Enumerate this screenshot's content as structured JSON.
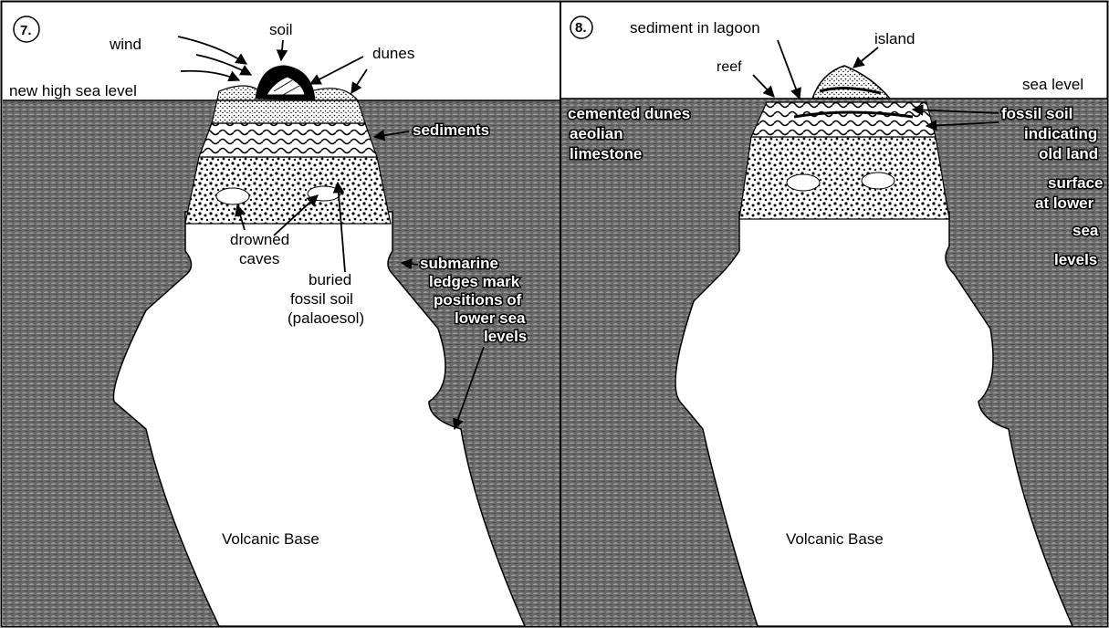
{
  "panel_left": {
    "number": "7.",
    "labels": {
      "soil": "soil",
      "wind": "wind",
      "dunes": "dunes",
      "sea_level": "new high sea level",
      "sediments": "sediments",
      "drowned_caves_1": "drowned",
      "drowned_caves_2": "caves",
      "buried_1": "buried",
      "buried_2": "fossil soil",
      "buried_3": "(palaoesol)",
      "ledges_1": "submarine",
      "ledges_2": "ledges mark",
      "ledges_3": "positions of",
      "ledges_4": "lower sea",
      "ledges_5": "levels",
      "base": "Volcanic Base"
    }
  },
  "panel_right": {
    "number": "8.",
    "labels": {
      "sediment_lagoon": "sediment in lagoon",
      "island": "island",
      "reef": "reef",
      "sea_level": "sea level",
      "cemented_1": "cemented dunes",
      "cemented_2": "aeolian",
      "cemented_3": "limestone",
      "fossil_1": "fossil soil",
      "fossil_2": "indicating",
      "fossil_3": "old land",
      "fossil_4": "surface",
      "fossil_5": "at lower",
      "fossil_6": "sea",
      "fossil_7": "levels",
      "base": "Volcanic Base"
    }
  }
}
